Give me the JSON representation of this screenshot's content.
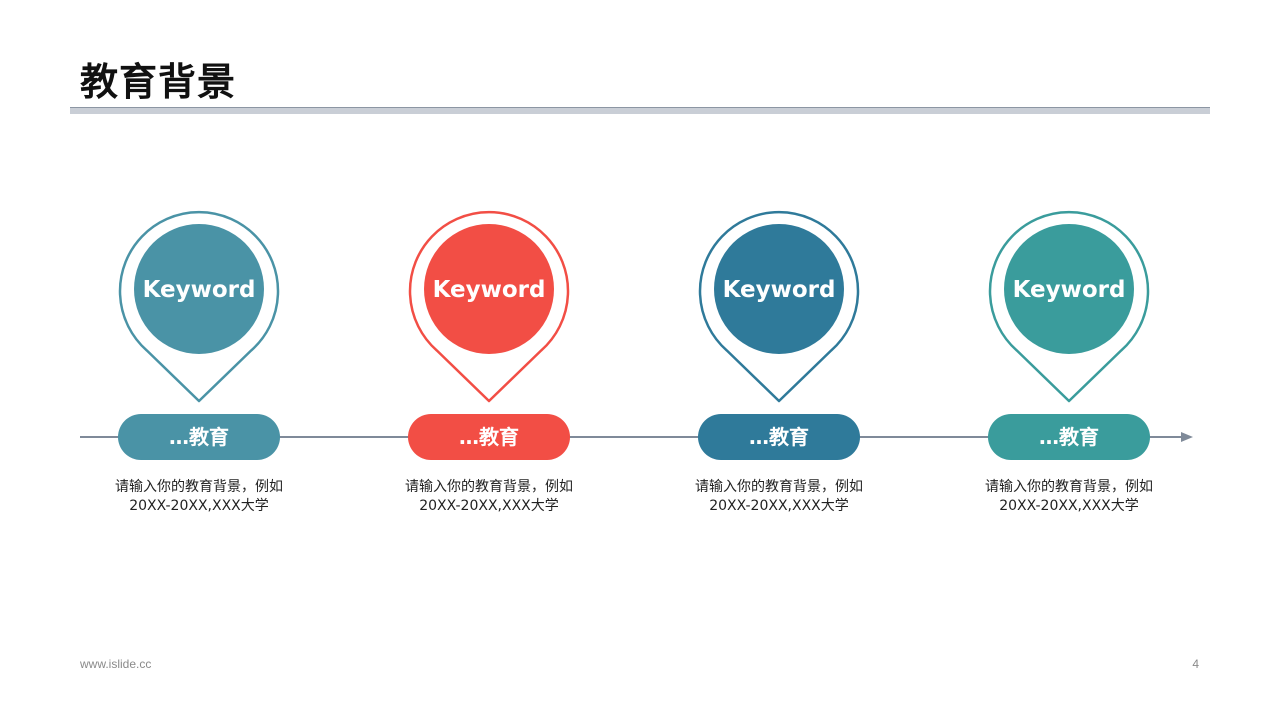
{
  "title": "教育背景",
  "footer": {
    "url": "www.islide.cc",
    "page_number": "4"
  },
  "colors": {
    "title_rule": "#c9ced6",
    "timeline_line": "#7f8a99"
  },
  "items": [
    {
      "keyword": "Keyword",
      "label": "…教育",
      "description_line1": "请输入你的教育背景，例如",
      "description_line2": "20XX-20XX,XXX大学",
      "color": "#4a93a6",
      "icon": "map-pin-icon"
    },
    {
      "keyword": "Keyword",
      "label": "…教育",
      "description_line1": "请输入你的教育背景，例如",
      "description_line2": "20XX-20XX,XXX大学",
      "color": "#f24e45",
      "icon": "map-pin-icon"
    },
    {
      "keyword": "Keyword",
      "label": "…教育",
      "description_line1": "请输入你的教育背景，例如",
      "description_line2": "20XX-20XX,XXX大学",
      "color": "#2f7a9a",
      "icon": "map-pin-icon"
    },
    {
      "keyword": "Keyword",
      "label": "…教育",
      "description_line1": "请输入你的教育背景，例如",
      "description_line2": "20XX-20XX,XXX大学",
      "color": "#3a9c9c",
      "icon": "map-pin-icon"
    }
  ]
}
